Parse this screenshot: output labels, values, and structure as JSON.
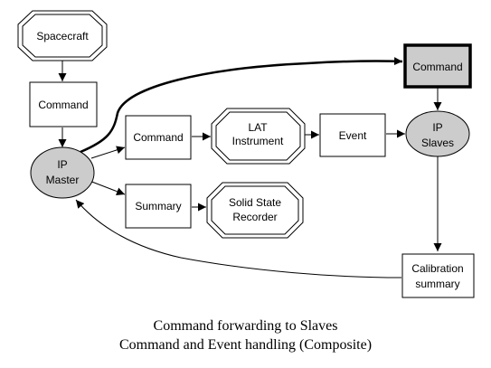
{
  "diagram": {
    "nodes": {
      "spacecraft": {
        "lines": [
          "Spacecraft"
        ],
        "shape": "double-octagon"
      },
      "command_left": {
        "lines": [
          "Command"
        ],
        "shape": "box"
      },
      "ip_master": {
        "lines": [
          "IP",
          "Master"
        ],
        "shape": "ellipse",
        "fill": "#cccccc"
      },
      "command_mid": {
        "lines": [
          "Command"
        ],
        "shape": "box"
      },
      "lat_instrument": {
        "lines": [
          "LAT",
          "Instrument"
        ],
        "shape": "double-octagon"
      },
      "event": {
        "lines": [
          "Event"
        ],
        "shape": "box"
      },
      "ip_slaves": {
        "lines": [
          "IP",
          "Slaves"
        ],
        "shape": "ellipse",
        "fill": "#cccccc"
      },
      "command_top": {
        "lines": [
          "Command"
        ],
        "shape": "bold-box",
        "fill": "#cccccc"
      },
      "summary": {
        "lines": [
          "Summary"
        ],
        "shape": "box"
      },
      "ssr": {
        "lines": [
          "Solid State",
          "Recorder"
        ],
        "shape": "double-octagon"
      },
      "calibration": {
        "lines": [
          "Calibration",
          "summary"
        ],
        "shape": "box"
      }
    },
    "edges": [
      {
        "from": "spacecraft",
        "to": "command_left"
      },
      {
        "from": "command_left",
        "to": "ip_master"
      },
      {
        "from": "ip_master",
        "to": "command_mid"
      },
      {
        "from": "ip_master",
        "to": "summary"
      },
      {
        "from": "ip_master",
        "to": "command_top",
        "emphasis": "bold"
      },
      {
        "from": "command_mid",
        "to": "lat_instrument"
      },
      {
        "from": "lat_instrument",
        "to": "event"
      },
      {
        "from": "event",
        "to": "ip_slaves"
      },
      {
        "from": "command_top",
        "to": "ip_slaves"
      },
      {
        "from": "summary",
        "to": "ssr"
      },
      {
        "from": "ip_slaves",
        "to": "calibration"
      },
      {
        "from": "calibration",
        "to": "ip_master"
      }
    ]
  },
  "caption": {
    "line1": "Command forwarding to Slaves",
    "line2": "Command and Event handling (Composite)"
  },
  "colors": {
    "highlight_fill": "#cccccc",
    "stroke": "#000000"
  }
}
